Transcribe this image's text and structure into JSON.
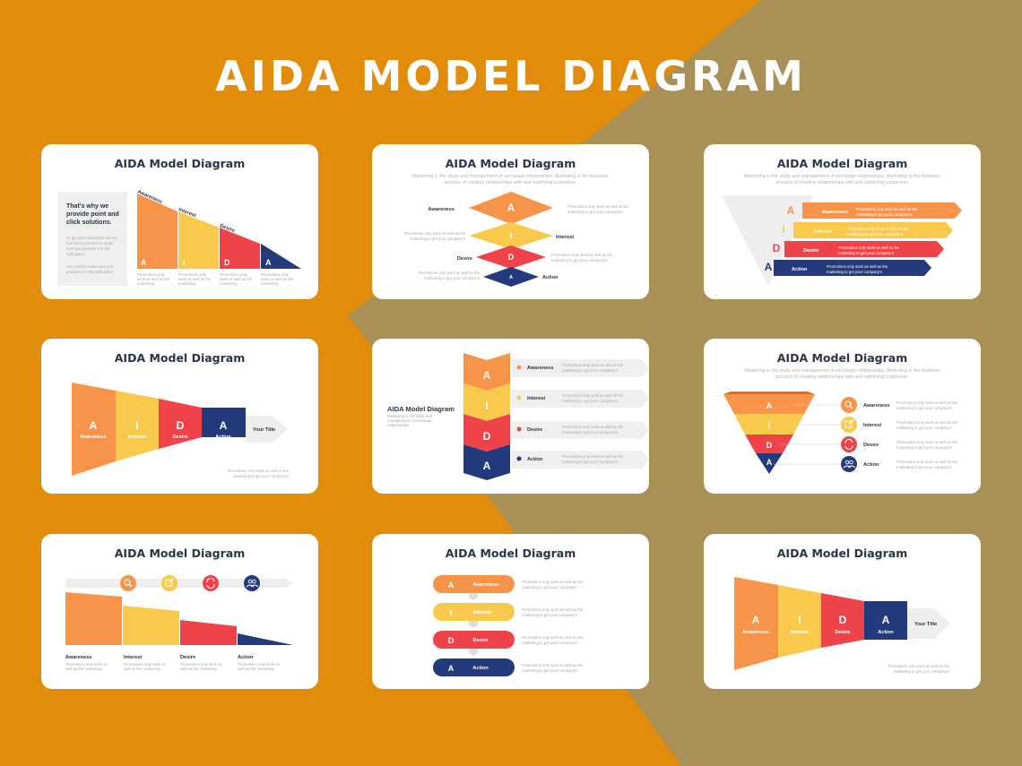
{
  "page": {
    "title": "AIDA MODEL DIAGRAM"
  },
  "colors": {
    "orange": "#F7944A",
    "yellow": "#F8C94A",
    "red": "#EF4249",
    "navy": "#233A7D",
    "bg_orange": "#E18C0A",
    "bg_olive": "#A89057"
  },
  "common": {
    "title": "AIDA Model Diagram",
    "subtitle_l1": "Marketing is the study and management of exchange relationships. Marketing is the business",
    "subtitle_l2": "process of creating relationships with and satisfying customers.",
    "promo_l1": "Promotions only work as well as the",
    "promo_l2": "marketing to get your company's",
    "your_title": "Your Title"
  },
  "stages": [
    {
      "letter": "A",
      "name": "Awareness",
      "icon": "search-icon"
    },
    {
      "letter": "I",
      "name": "Interest",
      "icon": "edit-icon"
    },
    {
      "letter": "D",
      "name": "Desire",
      "icon": "refresh-icon"
    },
    {
      "letter": "A",
      "name": "Action",
      "icon": "people-icon"
    }
  ],
  "card1": {
    "heading_l1": "That's why we",
    "heading_l2": "provide point and",
    "heading_l3": "click solutions.",
    "body_l1": "To get your newsroom stories",
    "body_l2": "out there you need to make",
    "body_l3": "sure you promote it in the",
    "body_l4": "right place.",
    "body_l5": "You need to make sure you",
    "body_l6": "promote it in the right place.",
    "cap_l1": "Promotions only",
    "cap_l2": "work as well as the",
    "cap_l3": "marketing."
  },
  "card5": {
    "side_l1": "Marketing is the study and",
    "side_l2": "management of exchange",
    "side_l3": "relationships."
  },
  "card7": {
    "cap_l1": "Promotions only work as",
    "cap_l2": "well as the marketing."
  }
}
